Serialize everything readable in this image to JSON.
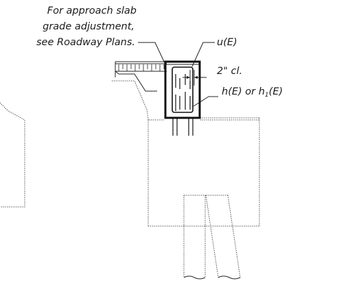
{
  "notes": {
    "approach_line1": "For approach slab",
    "approach_line2": "grade adjustment,",
    "approach_line3": "see Roadway Plans.",
    "stirrup_label": "u(E)",
    "cover_label": "2\" cl.",
    "bars_label_main": "h(E) or h",
    "bars_label_sub": "1",
    "bars_label_tail": "(E)"
  }
}
